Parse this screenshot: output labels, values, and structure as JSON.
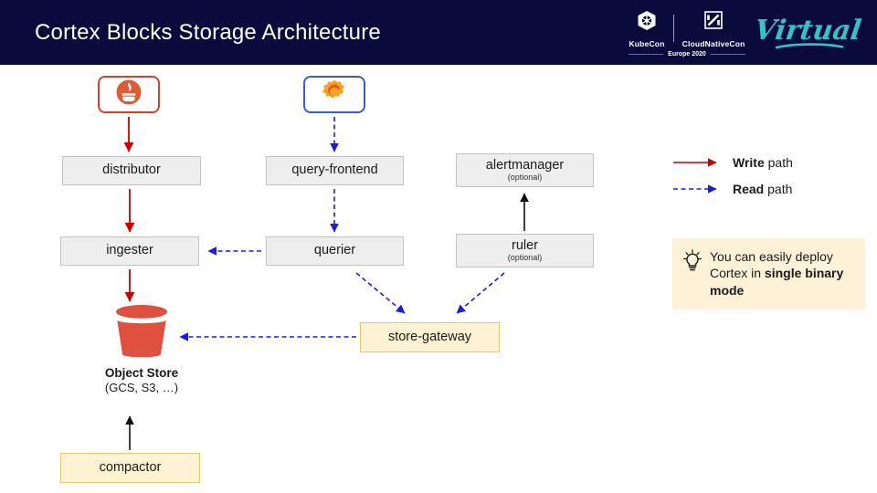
{
  "header": {
    "title": "Cortex Blocks Storage Architecture",
    "bg_color": "#0a0a3c",
    "logo": {
      "kubecon": "KubeCon",
      "cloudnativecon": "CloudNativeCon",
      "edition": "Europe 2020",
      "virtual": "Virtual",
      "virtual_color": "#32c3c8"
    }
  },
  "diagram": {
    "sources": [
      {
        "name": "prometheus",
        "border_color": "#d9412b"
      },
      {
        "name": "grafana",
        "border_color": "#3b5bd0"
      }
    ],
    "nodes": [
      {
        "id": "distributor",
        "label": "distributor",
        "sub": "",
        "style": "gray"
      },
      {
        "id": "ingester",
        "label": "ingester",
        "sub": "",
        "style": "gray"
      },
      {
        "id": "query-frontend",
        "label": "query-frontend",
        "sub": "",
        "style": "gray"
      },
      {
        "id": "querier",
        "label": "querier",
        "sub": "",
        "style": "gray"
      },
      {
        "id": "alertmanager",
        "label": "alertmanager",
        "sub": "(optional)",
        "style": "gray"
      },
      {
        "id": "ruler",
        "label": "ruler",
        "sub": "(optional)",
        "style": "gray"
      },
      {
        "id": "store-gateway",
        "label": "store-gateway",
        "sub": "",
        "style": "yellow"
      },
      {
        "id": "compactor",
        "label": "compactor",
        "sub": "",
        "style": "yellow"
      }
    ],
    "object_store": {
      "title": "Object Store",
      "sub": "(GCS, S3, …)",
      "color": "#e0503f"
    },
    "edges": [
      {
        "from": "prometheus",
        "to": "distributor",
        "kind": "write"
      },
      {
        "from": "distributor",
        "to": "ingester",
        "kind": "write"
      },
      {
        "from": "ingester",
        "to": "object-store",
        "kind": "write"
      },
      {
        "from": "grafana",
        "to": "query-frontend",
        "kind": "read"
      },
      {
        "from": "query-frontend",
        "to": "querier",
        "kind": "read"
      },
      {
        "from": "querier",
        "to": "ingester",
        "kind": "read"
      },
      {
        "from": "querier",
        "to": "store-gateway",
        "kind": "read"
      },
      {
        "from": "ruler",
        "to": "store-gateway",
        "kind": "read"
      },
      {
        "from": "store-gateway",
        "to": "object-store",
        "kind": "read"
      },
      {
        "from": "ruler",
        "to": "alertmanager",
        "kind": "plain"
      },
      {
        "from": "compactor",
        "to": "object-store",
        "kind": "plain"
      }
    ]
  },
  "legend": {
    "items": [
      {
        "kind": "write",
        "strong": "Write",
        "rest": " path",
        "color": "#cc0000",
        "dashed": false
      },
      {
        "kind": "read",
        "strong": "Read",
        "rest": " path",
        "color": "#1a1ae6",
        "dashed": true
      }
    ]
  },
  "callout": {
    "icon": "lightbulb-icon",
    "text_before": "You can easily deploy Cortex in ",
    "text_strong": "single binary mode",
    "bg_color": "#fdf2d8"
  }
}
